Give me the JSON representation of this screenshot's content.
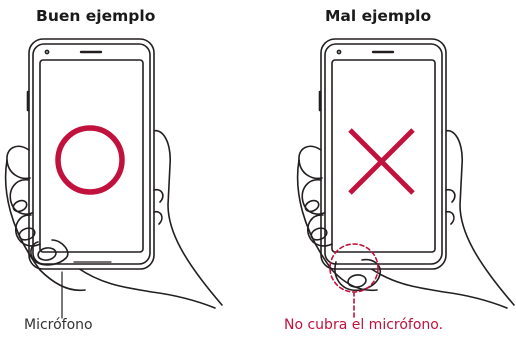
{
  "panels": {
    "good": {
      "title": "Buen ejemplo",
      "caption": "Micrófono",
      "symbol": "circle"
    },
    "bad": {
      "title": "Mal ejemplo",
      "caption": "No cubra el micrófono.",
      "symbol": "cross"
    }
  },
  "colors": {
    "outline": "#231f20",
    "symbol": "#c0123c",
    "caption_good": "#333333",
    "caption_bad": "#c0123c"
  }
}
